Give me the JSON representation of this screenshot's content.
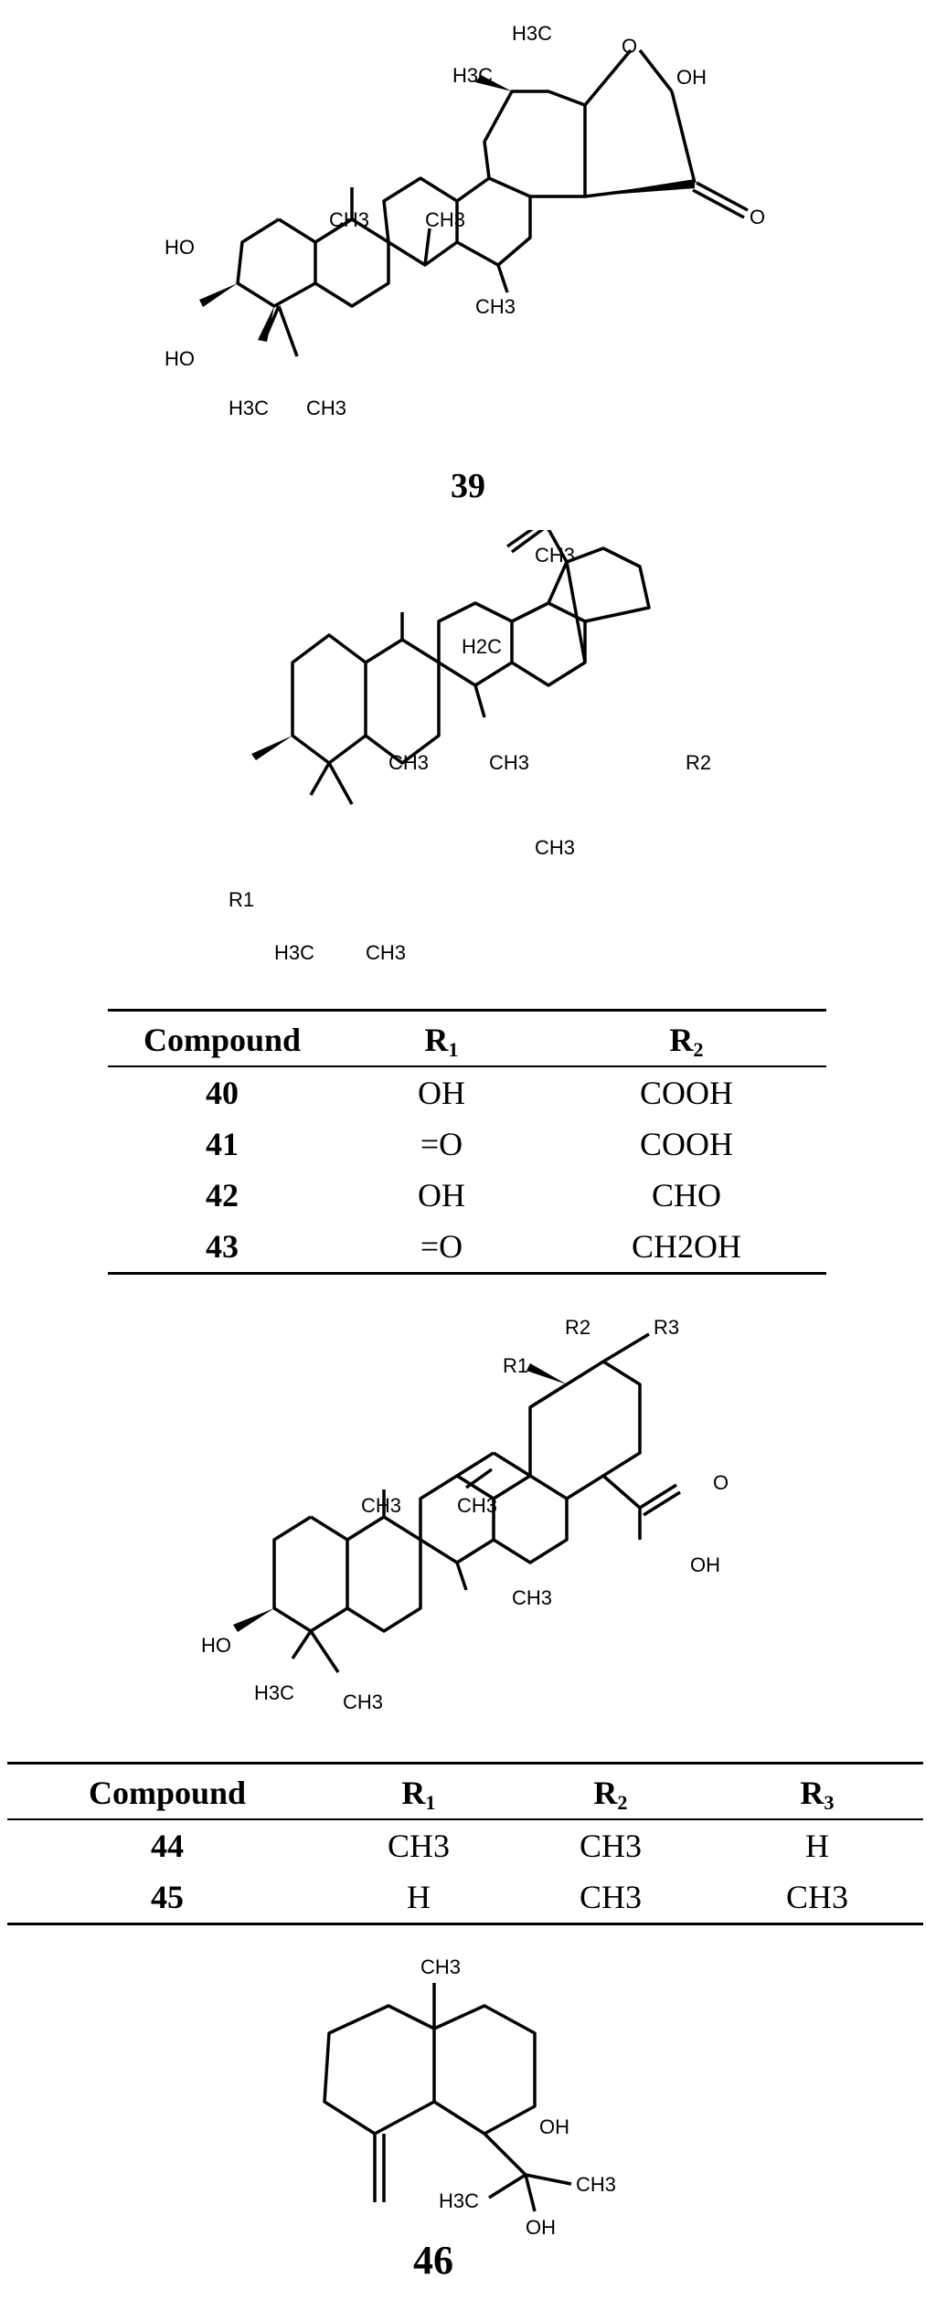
{
  "structures": {
    "s39": {
      "labels": {
        "h3c_top": "H3C",
        "h3c_left": "H3C",
        "o": "O",
        "oh": "OH",
        "o_keto": "O",
        "ch3_a": "CH3",
        "ch3_b": "CH3",
        "ch3_c": "CH3",
        "ho_a": "HO",
        "ho_b": "HO",
        "h3c_bot": "H3C",
        "ch3_bot": "CH3"
      },
      "number": "39"
    },
    "s40": {
      "labels": {
        "ch3_top": "CH3",
        "h2c": "H2C",
        "r2": "R2",
        "ch3_a": "CH3",
        "ch3_b": "CH3",
        "ch3_c": "CH3",
        "r1": "R1",
        "h3c_bot": "H3C",
        "ch3_bot": "CH3"
      }
    },
    "s44": {
      "labels": {
        "r2": "R2",
        "r3": "R3",
        "r1": "R1",
        "o": "O",
        "oh": "OH",
        "ch3_a": "CH3",
        "ch3_b": "CH3",
        "ch3_c": "CH3",
        "ho": "HO",
        "h3c_bot": "H3C",
        "ch3_bot": "CH3"
      }
    },
    "s46": {
      "labels": {
        "ch3_top": "CH3",
        "oh_a": "OH",
        "h3c": "H3C",
        "ch3": "CH3",
        "oh_b": "OH"
      },
      "number": "46"
    }
  },
  "table1": {
    "headers": [
      "Compound",
      "R1",
      "R2"
    ],
    "rows": [
      [
        "40",
        "OH",
        "COOH"
      ],
      [
        "41",
        "=O",
        "COOH"
      ],
      [
        "42",
        "OH",
        "CHO"
      ],
      [
        "43",
        "=O",
        "CH2OH"
      ]
    ]
  },
  "table2": {
    "headers": [
      "Compound",
      "R1",
      "R2",
      "R3"
    ],
    "rows": [
      [
        "44",
        "CH3",
        "CH3",
        "H"
      ],
      [
        "45",
        "H",
        "CH3",
        "CH3"
      ]
    ]
  }
}
